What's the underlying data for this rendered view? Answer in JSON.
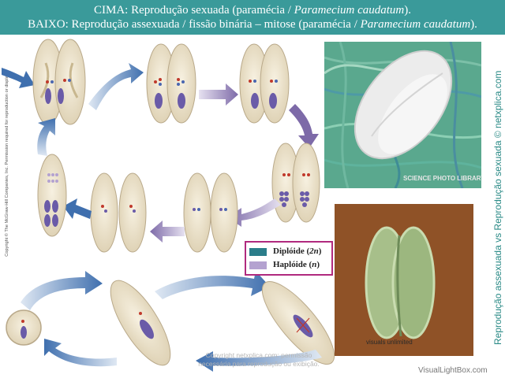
{
  "header": {
    "line1_prefix": "CIMA: Reprodução sexuada (paramécia / ",
    "line1_italic": "Paramecium caudatum",
    "line1_suffix": ").",
    "line2_prefix": "BAIXO: Reprodução assexuada / fissão binária – mitose (paramécia / ",
    "line2_italic": "Paramecium caudatum",
    "line2_suffix": ")."
  },
  "copyright": "Copyright © The McGraw-Hill Companies, Inc. Permission required for reproduction or display.",
  "legend": {
    "diploid_label": "Diplóide (",
    "diploid_italic": "2n",
    "diploid_close": ")",
    "haploid_label": "Haplóide (",
    "haploid_italic": "n",
    "haploid_close": ")"
  },
  "side_text": "Reprodução assexuada vs Reprodução sexuada © netxplica.com",
  "photo1_credit": "SCIENCE PHOTO LIBRARY",
  "photo2_credit": "visuals unlimited",
  "watermark": {
    "line1": "Copyright netxplica.com: permissão",
    "line2": "necessária para reprodução ou exibição."
  },
  "site_badge": "VisualLightBox.com",
  "colors": {
    "header_bg": "#3a9a9a",
    "diploid": "#2b7d8a",
    "haploid": "#b4a2d0",
    "legend_border": "#b0297e",
    "arrow_blue": "#3f6fae",
    "arrow_purple": "#7d6aa8",
    "cell_fill": "#efe6cf",
    "side_text": "#2a8a86"
  }
}
